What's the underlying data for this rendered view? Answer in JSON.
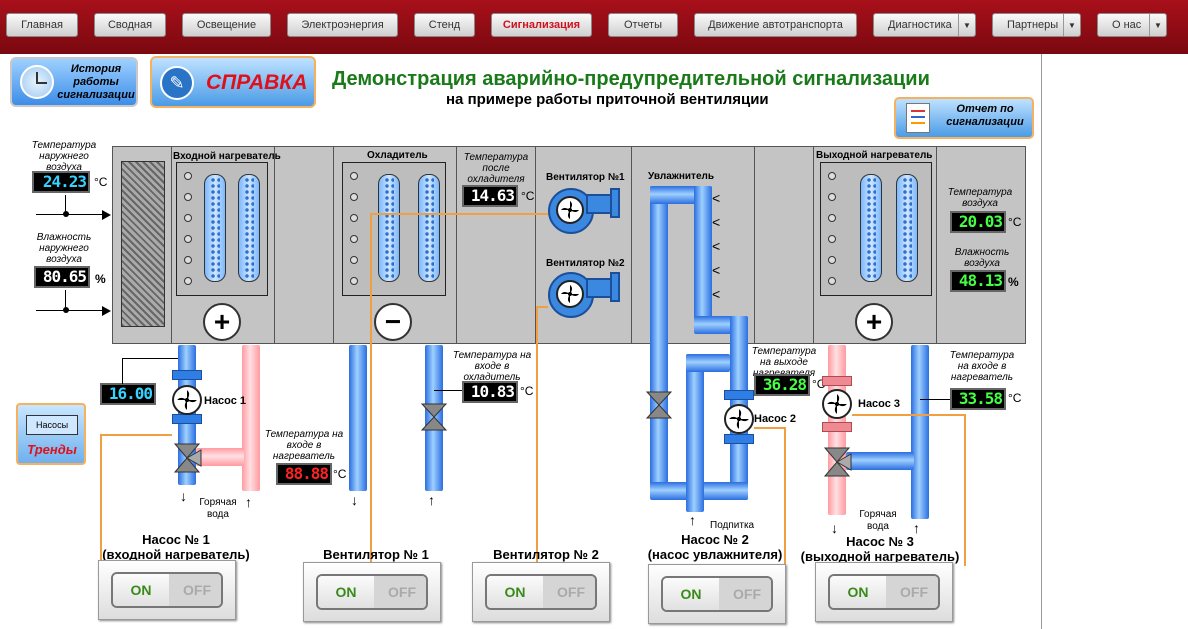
{
  "nav": {
    "items": [
      "Главная",
      "Сводная",
      "Освещение",
      "Электроэнергия",
      "Стенд",
      "Сигнализация",
      "Отчеты",
      "Движение автотранспорта",
      "Диагностика",
      "Партнеры",
      "О нас"
    ],
    "active": "Сигнализация"
  },
  "history_button": "История работы сигнализации",
  "help_button": "СПРАВКА",
  "report_button": "Отчет по сигнализации",
  "title": "Демонстрация аварийно-предупредительной сигнализации",
  "subtitle": "на примере работы приточной вентиляции",
  "sections": {
    "inlet_heater": "Входной нагреватель",
    "cooler": "Охладитель",
    "fan1": "Вентилятор №1",
    "fan2": "Вентилятор №2",
    "humidifier": "Увлажнитель",
    "outlet_heater": "Выходной нагреватель"
  },
  "labels": {
    "outside_temp": "Температура наружнего воздуха",
    "outside_hum": "Влажность наружнего воздуха",
    "after_cooler": "Температура после охладителя",
    "out_air_temp": "Температура воздуха",
    "out_air_hum": "Влажность воздуха",
    "cooler_in": "Температура на входе в охладитель",
    "heater_in": "Температура на входе в нагреватель",
    "outlet_heater_out": "Температура на выходе нагревателя",
    "outlet_heater_in": "Температура на входе в нагреватель",
    "hot_water1": "Горячая вода",
    "hot_water2": "Горячая вода",
    "makeup": "Подпитка",
    "pump1": "Насос 1",
    "pump2": "Насос 2",
    "pump3": "Насос 3"
  },
  "readings": {
    "outside_temp": "24.23",
    "outside_hum": "80.65",
    "after_cooler": "14.63",
    "out_air_temp": "20.03",
    "out_air_hum": "48.13",
    "pump1_temp": "16.00",
    "cooler_in": "10.83",
    "heater_in": "88.88",
    "outlet_out": "36.28",
    "outlet_in": "33.58"
  },
  "units": {
    "c": "°C",
    "pct": "%"
  },
  "trends": {
    "small": "Насосы",
    "big": "Тренды"
  },
  "controls": [
    {
      "caption": "Насос № 1\n(входной нагреватель)",
      "on": "ON",
      "off": "OFF"
    },
    {
      "caption": "Вентилятор № 1",
      "on": "ON",
      "off": "OFF"
    },
    {
      "caption": "Вентилятор № 2",
      "on": "ON",
      "off": "OFF"
    },
    {
      "caption": "Насос № 2\n(насос увлажнителя)",
      "on": "ON",
      "off": "OFF"
    },
    {
      "caption": "Насос № 3\n(выходной нагреватель)",
      "on": "ON",
      "off": "OFF"
    }
  ],
  "colors": {
    "nav_bg": "#9a0c14",
    "title_green": "#1a7a1a",
    "help_red": "#e0101a",
    "pipe_blue": "#2a6ee0",
    "pipe_red": "#ff9aa0",
    "signal": "#f0a040"
  }
}
